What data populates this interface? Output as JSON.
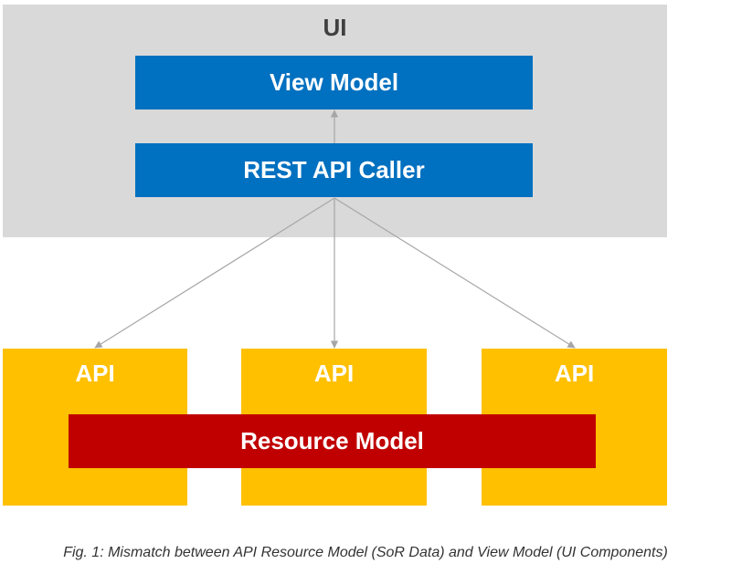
{
  "diagram": {
    "container_label": "UI",
    "view_model_label": "View Model",
    "rest_api_caller_label": "REST API Caller",
    "api_boxes": [
      {
        "label": "API"
      },
      {
        "label": "API"
      },
      {
        "label": "API"
      }
    ],
    "resource_model_label": "Resource Model",
    "caption": "Fig. 1: Mismatch between API Resource Model (SoR Data) and View Model (UI Components)"
  },
  "colors": {
    "ui_container": "#d9d9d9",
    "blue_box": "#0070c0",
    "api_box": "#ffc000",
    "resource_model": "#c00000",
    "arrow": "#a6a6a6"
  }
}
